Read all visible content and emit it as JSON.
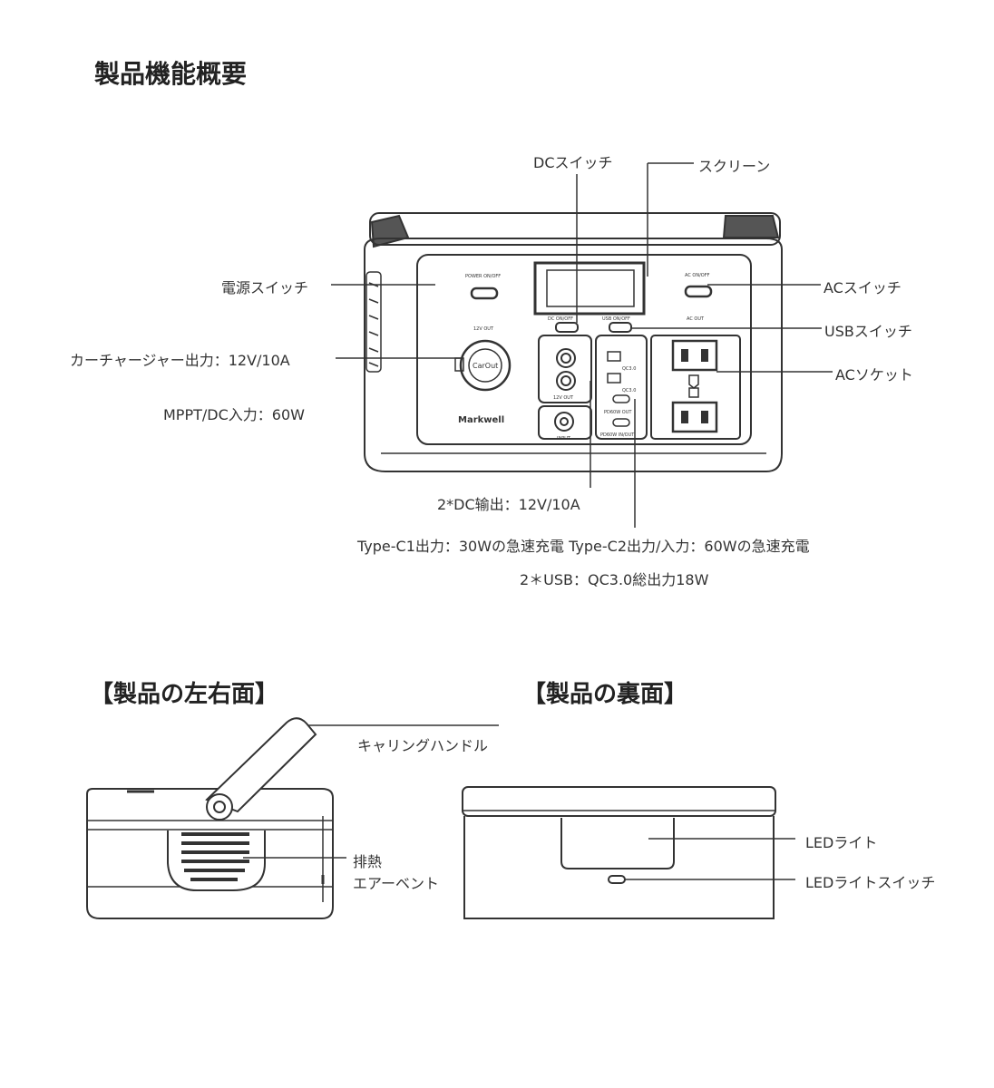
{
  "title": "製品機能概要",
  "front_labels": {
    "dc_switch": "DCスイッチ",
    "screen": "スクリーン",
    "power_switch": "電源スイッチ",
    "ac_switch": "ACスイッチ",
    "usb_switch": "USBスイッチ",
    "car_charger": "カーチャージャー出力：12V/10A",
    "ac_socket": "ACソケット",
    "mppt_input": "MPPT/DC入力：60W",
    "dc_output": "2*DC输出：12V/10A",
    "type_c": "Type-C1出力：30Wの急速充電 Type-C2出力/入力：60Wの急速充電",
    "usb": "2＊USB：QC3.0総出力18W"
  },
  "panel_text": {
    "power_onoff": "POWER ON/OFF",
    "dc_onoff": "DC ON/OFF",
    "usb_onoff": "USB ON/OFF",
    "ac_onoff": "AC ON/OFF",
    "ac_out": "AC OUT",
    "out_12v_top": "12V OUT",
    "out_12v": "12V OUT",
    "carout": "CarOut",
    "brand": "Markwell",
    "input": "INPUT",
    "qc30_a": "QC3.0",
    "qc30_b": "QC3.0",
    "pd_out": "PD60W OUT",
    "pd_inout": "PD60W IN/OUT"
  },
  "side_section": {
    "title": "【製品の左右面】",
    "handle": "キャリングハンドル",
    "vent_line1": "排熱",
    "vent_line2": "エアーベント"
  },
  "back_section": {
    "title": "【製品の裏面】",
    "led_light": "LEDライト",
    "led_switch": "LEDライトスイッチ"
  }
}
